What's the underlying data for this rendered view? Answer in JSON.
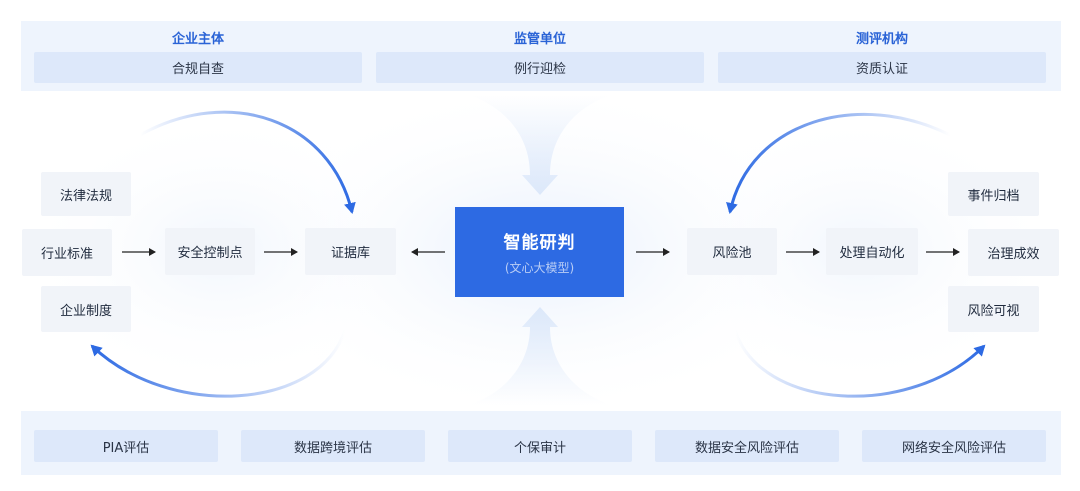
{
  "top": {
    "columns": [
      {
        "title": "企业主体",
        "item": "合规自查"
      },
      {
        "title": "监管单位",
        "item": "例行迎检"
      },
      {
        "title": "测评机构",
        "item": "资质认证"
      }
    ]
  },
  "left": {
    "sources": [
      "法律法规",
      "行业标准",
      "企业制度"
    ],
    "control_points": "安全控制点",
    "evidence_store": "证据库"
  },
  "center": {
    "title": "智能研判",
    "subtitle": "(文心大模型)"
  },
  "right": {
    "risk_pool": "风险池",
    "automation": "处理自动化",
    "outcomes": [
      "事件归档",
      "治理成效",
      "风险可视"
    ]
  },
  "bottom": {
    "items": [
      "PIA评估",
      "数据跨境评估",
      "个保审计",
      "数据安全风险评估",
      "网络安全风险评估"
    ]
  },
  "colors": {
    "accent": "#2d6ae3",
    "band": "#eef4fd",
    "box": "#dde8fa",
    "node": "#f1f4f9"
  }
}
